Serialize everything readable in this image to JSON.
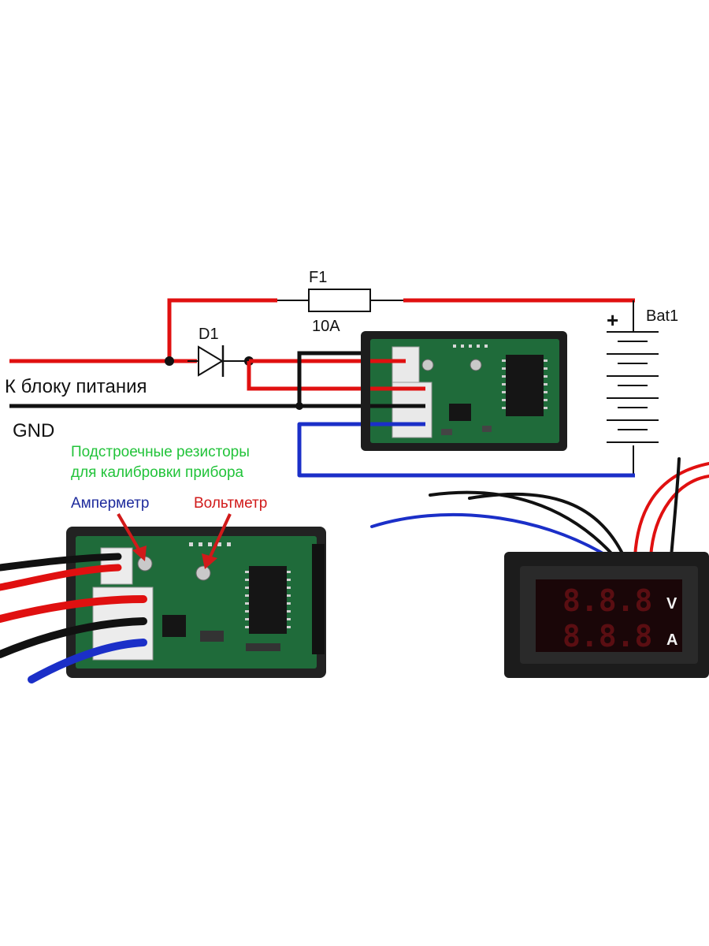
{
  "schematic": {
    "fuse_ref": "F1",
    "fuse_rating": "10A",
    "diode_ref": "D1",
    "battery_ref": "Bat1",
    "battery_plus": "+",
    "power_supply_label": "К блоку питания",
    "gnd_label": "GND"
  },
  "annotations": {
    "trim_resistors_line1": "Подстроечные резисторы",
    "trim_resistors_line2": "для калибровки прибора",
    "ammeter_label": "Амперметр",
    "voltmeter_label": "Вольтметр"
  },
  "meter_photo": {
    "volt_unit": "V",
    "amp_unit": "A"
  },
  "colors": {
    "positive_wire": "#e01010",
    "ground_wire": "#111111",
    "shunt_wire": "#1b2fc8",
    "green_text": "#22c33a",
    "blue_text": "#1d2a9c",
    "red_text": "#d11a1a",
    "pcb_green": "#1f6b3a",
    "led_red": "#5a0e12"
  }
}
